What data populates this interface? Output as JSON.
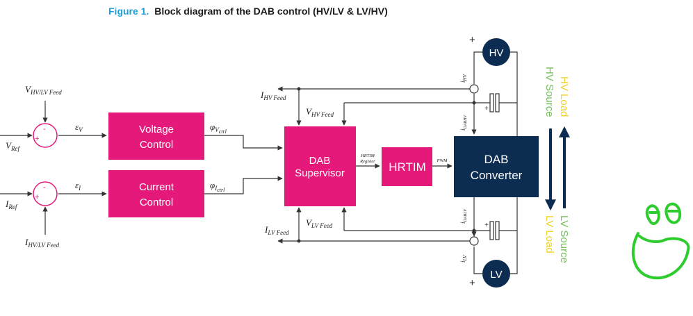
{
  "title": {
    "prefix": "Figure 1.",
    "text": "Block diagram of the DAB control (HV/LV & LV/HV)"
  },
  "colors": {
    "magenta": "#e5197a",
    "navy": "#0c2d51",
    "title_blue": "#1e9fd8",
    "hv_source_green": "#73c05b",
    "yellow": "#f0d22a",
    "sketch_green": "#2ecc2e",
    "summer_red": "#e5197a"
  },
  "blocks": {
    "voltage_control": [
      "Voltage",
      "Control"
    ],
    "current_control": [
      "Current",
      "Control"
    ],
    "dab_supervisor": [
      "DAB",
      "Supervisor"
    ],
    "hrtim": "HRTIM",
    "dab_converter": [
      "DAB",
      "Converter"
    ],
    "hv": "HV",
    "lv": "LV"
  },
  "labels": {
    "v_ref": "V",
    "v_ref_sub": "Ref",
    "i_ref": "I",
    "i_ref_sub": "Ref",
    "v_feed_top": "V",
    "v_feed_top_sub": "HV/LV Feed",
    "i_feed_bottom": "I",
    "i_feed_bottom_sub": "HV/LV Feed",
    "eps_v": "ε",
    "eps_v_sub": "V",
    "eps_i": "ε",
    "eps_i_sub": "I",
    "phi_v": "φ",
    "phi_v_sub": "V",
    "phi_v_sub2": "ctrl",
    "phi_i": "φ",
    "phi_i_sub": "I",
    "phi_i_sub2": "ctrl",
    "ihv_feed": "I",
    "ihv_feed_sub": "HV Feed",
    "vhv_feed": "V",
    "vhv_feed_sub": "HV Feed",
    "ilv_feed": "I",
    "ilv_feed_sub": "LV Feed",
    "vlv_feed": "V",
    "vlv_feed_sub": "LV Feed",
    "hrtim_reg_1": "HRTIM",
    "hrtim_reg_2": "Register",
    "pwm": "PWM",
    "i_hv": "i",
    "i_hv_sub": "HV",
    "i_dab_hv": "i",
    "i_dab_hv_sub": "DABHV",
    "i_dab_lv": "i",
    "i_dab_lv_sub": "DABLV",
    "i_lv": "i",
    "i_lv_sub": "LV",
    "plus": "+",
    "minus": "-"
  },
  "side_labels": {
    "hv_source": "HV Source",
    "hv_load": "HV Load",
    "lv_load": "LV Load",
    "lv_source": "LV Source"
  }
}
